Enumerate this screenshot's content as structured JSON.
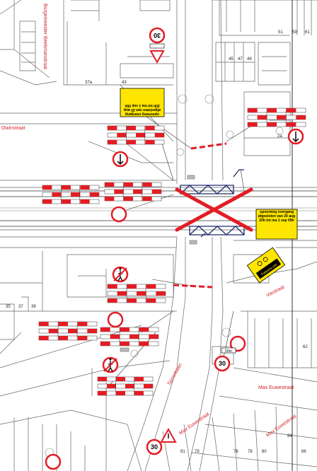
{
  "streets": {
    "burgemeester": "Burgemeester Beekmanstraat",
    "west_upper": "Owinstraat",
    "viestraat": "Viestraat",
    "max_euwe_h": "Max Euwestraat",
    "max_euwe_diag": "Max Euwestraat",
    "max_euwe_right": "Max Euwestraat",
    "spoorbaan": "Spoorbaan"
  },
  "house_numbers": {
    "n51": "51",
    "n59": "59",
    "n61": "61",
    "n45": "45",
    "n47": "47",
    "n49": "49",
    "n37a": "37a",
    "n43": "43",
    "n35": "35",
    "n37": "37",
    "n39": "39",
    "n2a": "2a",
    "n62": "62",
    "n64": "64",
    "n66": "66",
    "n81": "81",
    "n79": "79",
    "n76": "76",
    "n78": "78",
    "n80": "80"
  },
  "signs": {
    "speed_limit": "30",
    "speed_limit_low": "30",
    "speed_limit_bottom": "30",
    "sub_plate": "50m",
    "notice_main": "Spoorweg overgang afgesloten van 20 aug 20h tot ma 1 sep 05h",
    "notice_top": "Spoorweg overgang afgesloten van 20 aug 20h tot ma 1 sep 05h",
    "cycle_detour": "Fietsers om",
    "arrow_word": "↓"
  },
  "colors": {
    "barrier_red": "#e21d24",
    "closure_cross": "#e21d24",
    "sign_yellow": "#ffe600",
    "street_label": "#d2232a",
    "map_lines": "#555555"
  }
}
